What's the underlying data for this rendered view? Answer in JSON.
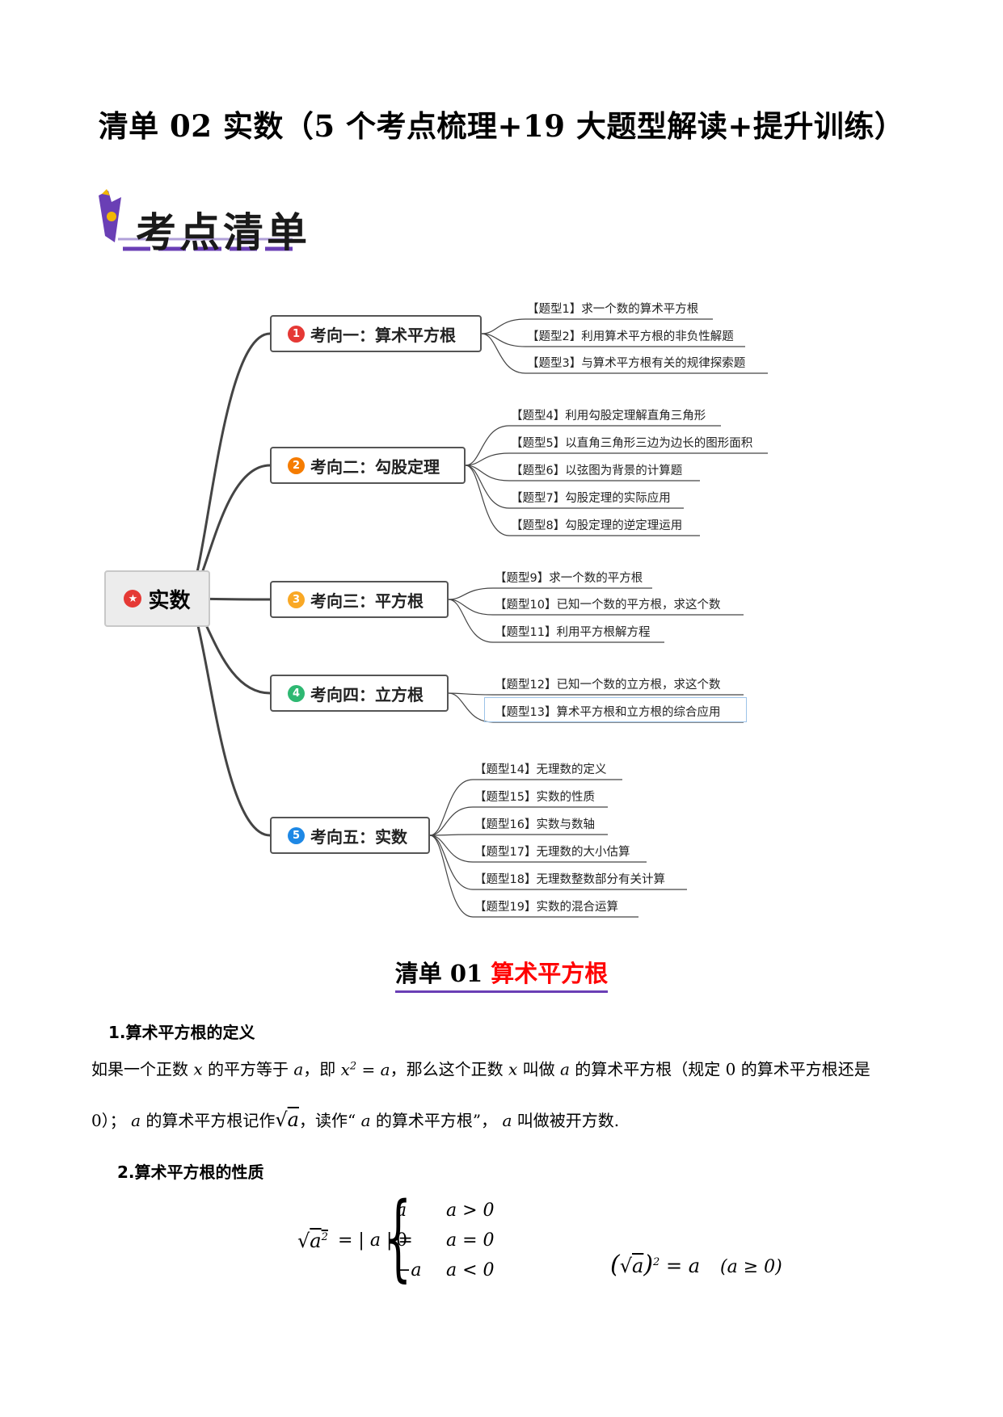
{
  "doc_title": "清单 02 实数（5 个考点梳理+19 大题型解读+提升训练）",
  "badge_text": "考点清单",
  "mindmap": {
    "root": "实数",
    "branches": [
      {
        "num": "1",
        "color": "#e53935",
        "label": "考向一：算术平方根",
        "items": [
          "【题型1】求一个数的算术平方根",
          "【题型2】利用算术平方根的非负性解题",
          "【题型3】与算术平方根有关的规律探索题"
        ]
      },
      {
        "num": "2",
        "color": "#f57c00",
        "label": "考向二：勾股定理",
        "items": [
          "【题型4】利用勾股定理解直角三角形",
          "【题型5】以直角三角形三边为边长的图形面积",
          "【题型6】以弦图为背景的计算题",
          "【题型7】勾股定理的实际应用",
          "【题型8】勾股定理的逆定理运用"
        ]
      },
      {
        "num": "3",
        "color": "#f9a825",
        "label": "考向三：平方根",
        "items": [
          "【题型9】求一个数的平方根",
          "【题型10】已知一个数的平方根，求这个数",
          "【题型11】利用平方根解方程"
        ]
      },
      {
        "num": "4",
        "color": "#2eb872",
        "label": "考向四：立方根",
        "items": [
          "【题型12】已知一个数的立方根，求这个数",
          "【题型13】算术平方根和立方根的综合应用"
        ]
      },
      {
        "num": "5",
        "color": "#1e88e5",
        "label": "考向五：实数",
        "items": [
          "【题型14】无理数的定义",
          "【题型15】实数的性质",
          "【题型16】实数与数轴",
          "【题型17】无理数的大小估算",
          "【题型18】无理数整数部分有关计算",
          "【题型19】实数的混合运算"
        ]
      }
    ]
  },
  "section": {
    "prefix": "清单",
    "number": "01",
    "name": "算术平方根"
  },
  "definition": {
    "heading": "1.算术平方根的定义",
    "line1_a": "如果一个正数",
    "line1_b": "的平方等于",
    "line1_c": "，即",
    "line1_d": "，那么这个正数",
    "line1_e": "叫做",
    "line1_f": "的算术平方根（规定 0 的算术平方根还是",
    "line2_a": "0）；",
    "line2_b": "的算术平方根记作",
    "line2_c": "，读作“",
    "line2_d": "的算术平方根”，",
    "line2_e": "叫做被开方数."
  },
  "property": {
    "heading": "2.算术平方根的性质",
    "case1_value": "a",
    "case1_cond": "a > 0",
    "case2_value": "0",
    "case2_cond": "a = 0",
    "case3_value": "−a",
    "case3_cond": "a < 0",
    "identity_cond": "(a ≥ 0)"
  }
}
